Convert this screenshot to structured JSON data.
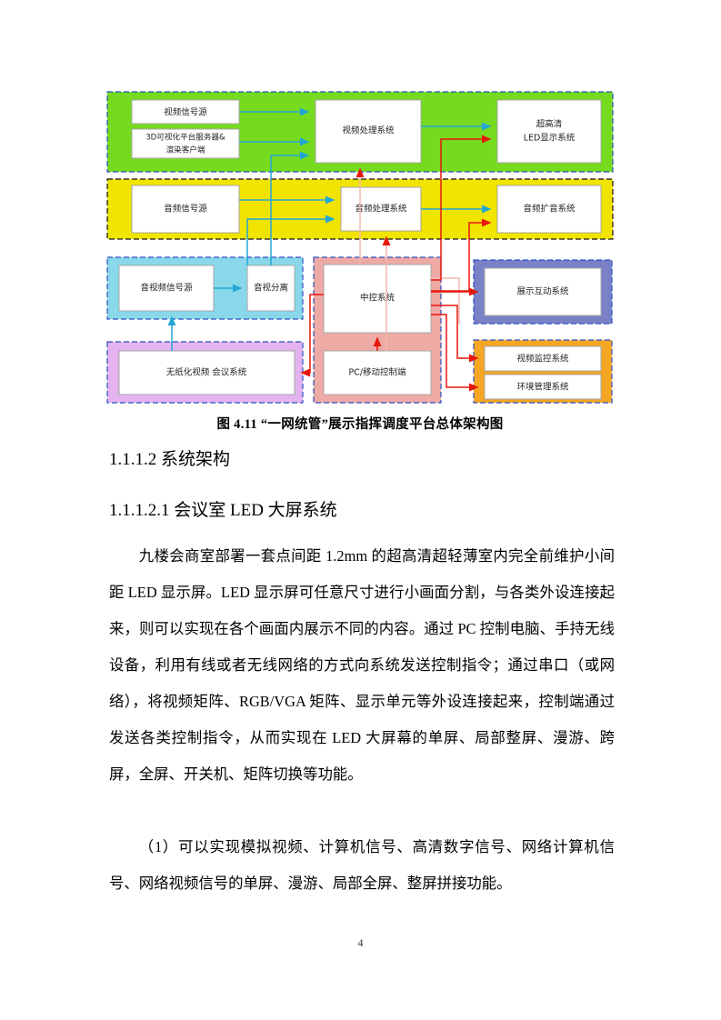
{
  "document": {
    "page_number": "4",
    "caption": "图  4.11 “一网统管”展示指挥调度平台总体架构图",
    "headings": {
      "system_architecture": "1.1.1.2 系统架构",
      "led_screen_system": "1.1.1.2.1 会议室 LED 大屏系统"
    },
    "paragraphs": {
      "p1": "九楼会商室部署一套点间距 1.2mm 的超高清超轻薄室内完全前维护小间距 LED 显示屏。LED 显示屏可任意尺寸进行小画面分割，与各类外设连接起来，则可以实现在各个画面内展示不同的内容。通过 PC 控制电脑、手持无线设备，利用有线或者无线网络的方式向系统发送控制指令；通过串口（或网络），将视频矩阵、RGB/VGA 矩阵、显示单元等外设连接起来，控制端通过发送各类控制指令，从而实现在 LED 大屏幕的单屏、局部整屏、漫游、跨屏，全屏、开关机、矩阵切换等功能。",
      "p2": "（1）可以实现模拟视频、计算机信号、高清数字信号、网络计算机信号、网络视频信号的单屏、漫游、局部全屏、整屏拼接功能。"
    }
  },
  "diagram": {
    "title": "“一网统管”展示指挥调度平台总体架构图",
    "colors": {
      "green_band": "#7ed321",
      "green_band_alt": "#76db1e",
      "yellow_band": "#f0e400",
      "cyan_band": "#88d8ea",
      "pink_band": "#eeaaa5",
      "violet_band": "#cfa5e8",
      "purple_band": "#7b81c7",
      "orange_band": "#f5a623",
      "dash_border": "#2f4fc4",
      "arrow_teal": "#23a6d5",
      "arrow_red": "#e8160c",
      "arrow_pink": "#f3b5b1",
      "box_fill": "#ffffff",
      "box_stroke": "#a6a6a6",
      "text": "#231f20"
    },
    "bands": [
      {
        "id": "video-band",
        "color_key": "green_band",
        "nodes": [
          {
            "id": "video-source",
            "label": "视频信号源"
          },
          {
            "id": "viz-platform",
            "label_line1": "3D可视化平台服务器&",
            "label_line2": "渲染客户端"
          },
          {
            "id": "video-processing",
            "label": "视频处理系统"
          },
          {
            "id": "uhd-led-display",
            "label_line1": "超高清",
            "label_line2": "LED显示系统"
          }
        ]
      },
      {
        "id": "audio-band",
        "color_key": "yellow_band",
        "nodes": [
          {
            "id": "audio-source",
            "label": "音频信号源"
          },
          {
            "id": "audio-processing",
            "label": "音频处理系统"
          },
          {
            "id": "audio-amplification",
            "label": "音频扩音系统"
          }
        ]
      },
      {
        "id": "av-band",
        "color_key": "cyan_band",
        "nodes": [
          {
            "id": "av-signal-source",
            "label": "音视频信号源"
          },
          {
            "id": "av-separation",
            "label": "音视分离"
          }
        ]
      },
      {
        "id": "paperless-band",
        "color_key": "violet_band",
        "nodes": [
          {
            "id": "paperless-conf",
            "label": "无纸化视频 会议系统"
          }
        ]
      },
      {
        "id": "control-band",
        "color_key": "pink_band",
        "nodes": [
          {
            "id": "central-control",
            "label": "中控系统"
          },
          {
            "id": "pc-mobile-control",
            "label": "PC/移动控制端"
          }
        ]
      },
      {
        "id": "interactive-band",
        "color_key": "purple_band",
        "nodes": [
          {
            "id": "exhibit-interactive",
            "label": "展示互动系统"
          }
        ]
      },
      {
        "id": "management-band",
        "color_key": "orange_band",
        "nodes": [
          {
            "id": "video-surveillance",
            "label": "视频监控系统"
          },
          {
            "id": "environment-management",
            "label": "环境管理系统"
          }
        ]
      }
    ]
  }
}
